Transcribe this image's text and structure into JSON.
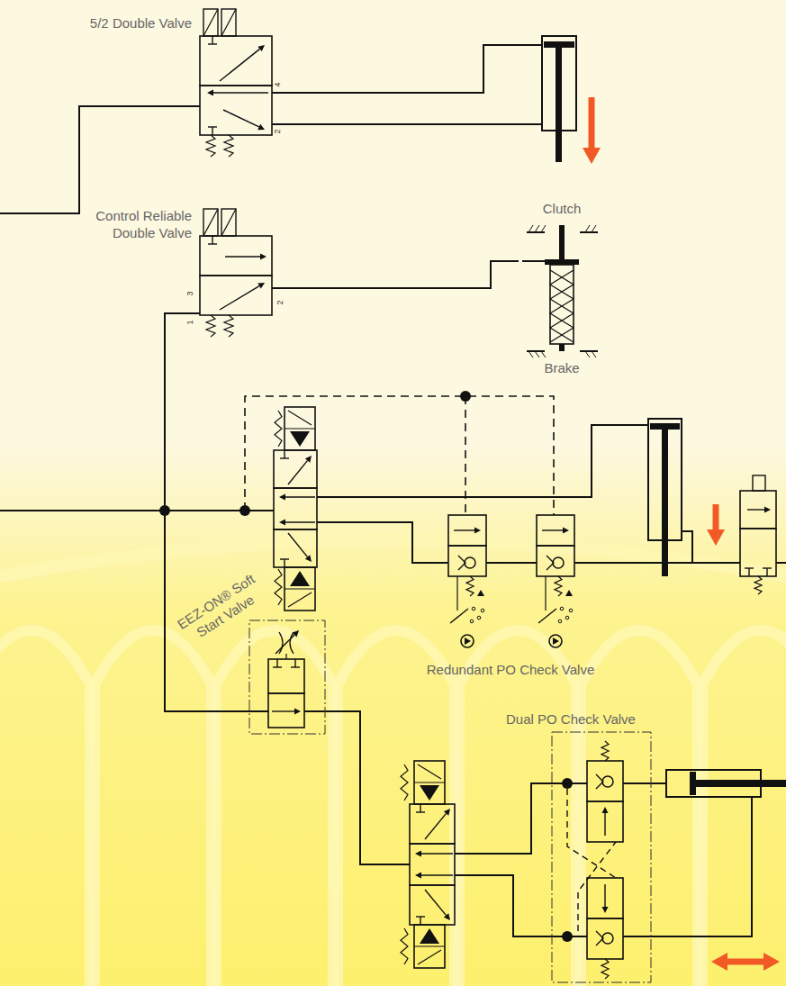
{
  "diagram": {
    "nodes": [
      {
        "text": [
          "5/2 Double Valve"
        ]
      },
      {
        "text": [
          "Control Reliable Double Valve"
        ]
      },
      {
        "text": [
          "Clutch",
          "Brake"
        ]
      },
      {
        "text": [
          "EEZ-ON® Soft Start Valve"
        ]
      },
      {
        "text": [
          "Dual PO Check Valve"
        ]
      }
    ],
    "edges": [
      {
        "from": 1,
        "to": 2,
        "arrow": "none"
      },
      {
        "from": 1,
        "to": 3,
        "arrow": "none"
      }
    ],
    "labels": [
      "4",
      "2",
      "3",
      "1",
      "2",
      "Redundant PO Check Valve"
    ]
  }
}
